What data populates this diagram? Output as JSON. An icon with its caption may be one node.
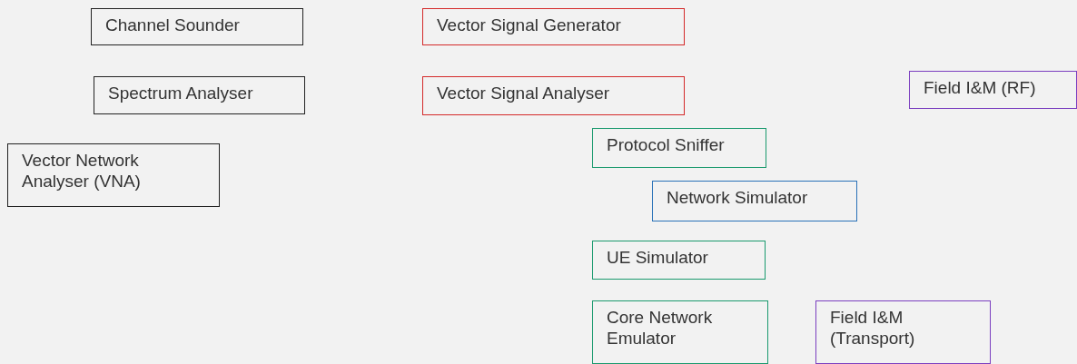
{
  "diagram": {
    "nodes": [
      {
        "text": [
          "Channel Sounder"
        ]
      },
      {
        "text": [
          "Vector Signal Generator"
        ]
      },
      {
        "text": [
          "Spectrum Analyser"
        ]
      },
      {
        "text": [
          "Vector Signal Analyser"
        ]
      },
      {
        "text": [
          "Field I&M (RF)"
        ]
      },
      {
        "text": [
          "Protocol Sniffer"
        ]
      },
      {
        "text": [
          "Vector Network Analyser (VNA)"
        ]
      },
      {
        "text": [
          "Network Simulator"
        ]
      },
      {
        "text": [
          "UE Simulator"
        ]
      },
      {
        "text": [
          "Core Network Emulator"
        ]
      },
      {
        "text": [
          "Field I&M (Transport)"
        ]
      }
    ]
  }
}
